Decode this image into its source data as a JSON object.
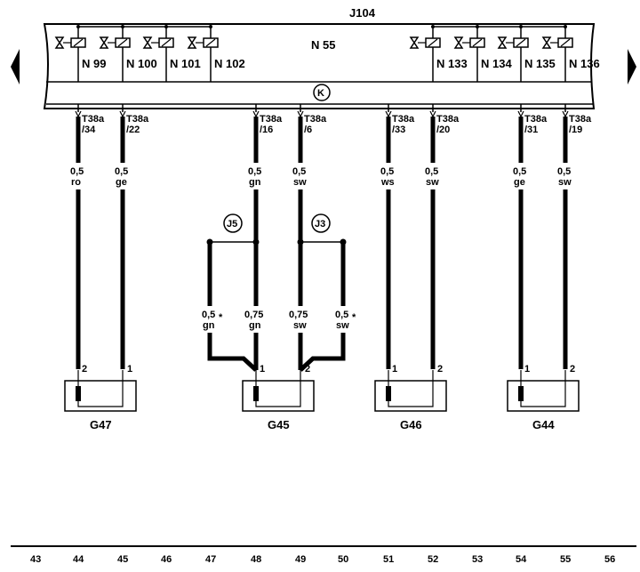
{
  "control_unit": {
    "label": "J104",
    "bus_label": "N 55",
    "ground_label": "K"
  },
  "valves_left": [
    "N 99",
    "N 100",
    "N 101",
    "N 102"
  ],
  "valves_right": [
    "N 133",
    "N 134",
    "N 135",
    "N 136"
  ],
  "wires": [
    {
      "conn": "T38a",
      "pin": "/34",
      "size": "0,5",
      "color": "ro"
    },
    {
      "conn": "T38a",
      "pin": "/22",
      "size": "0,5",
      "color": "ge"
    },
    {
      "conn": "T38a",
      "pin": "/16",
      "size": "0,5",
      "color": "gn"
    },
    {
      "conn": "T38a",
      "pin": "/6",
      "size": "0,5",
      "color": "sw"
    },
    {
      "conn": "T38a",
      "pin": "/33",
      "size": "0,5",
      "color": "ws"
    },
    {
      "conn": "T38a",
      "pin": "/20",
      "size": "0,5",
      "color": "sw"
    },
    {
      "conn": "T38a",
      "pin": "/31",
      "size": "0,5",
      "color": "ge"
    },
    {
      "conn": "T38a",
      "pin": "/19",
      "size": "0,5",
      "color": "sw"
    }
  ],
  "splices": [
    {
      "label": "J5",
      "branch_size": "0,5",
      "branch_color": "gn",
      "main_size": "0,75",
      "main_color": "gn",
      "mark": "*"
    },
    {
      "label": "J3",
      "branch_size": "0,5",
      "branch_color": "sw",
      "main_size": "0,75",
      "main_color": "sw",
      "mark": "*"
    }
  ],
  "sensors": [
    {
      "label": "G47",
      "pin_a": "2",
      "pin_b": "1"
    },
    {
      "label": "G45",
      "pin_a": "1",
      "pin_b": "2"
    },
    {
      "label": "G46",
      "pin_a": "1",
      "pin_b": "2"
    },
    {
      "label": "G44",
      "pin_a": "1",
      "pin_b": "2"
    }
  ],
  "scale": [
    "43",
    "44",
    "45",
    "46",
    "47",
    "48",
    "49",
    "50",
    "51",
    "52",
    "53",
    "54",
    "55",
    "56"
  ]
}
